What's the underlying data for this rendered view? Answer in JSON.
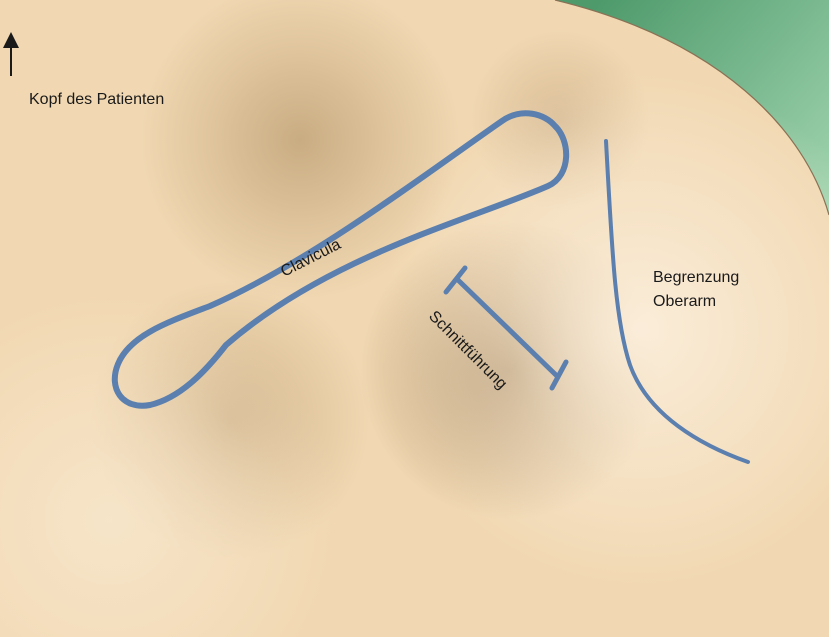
{
  "labels": {
    "head": "Kopf des Patienten",
    "clavicle": "Clavicula",
    "incision": "Schnittführung",
    "arm_line_1": "Begrenzung",
    "arm_line_2": "Oberarm"
  },
  "colors": {
    "skin": "#f1d8b2",
    "skin_shadow": "#b99a70",
    "marker": "#5b7fae",
    "drape": "#7fbf94",
    "text": "#1a1a1a"
  }
}
